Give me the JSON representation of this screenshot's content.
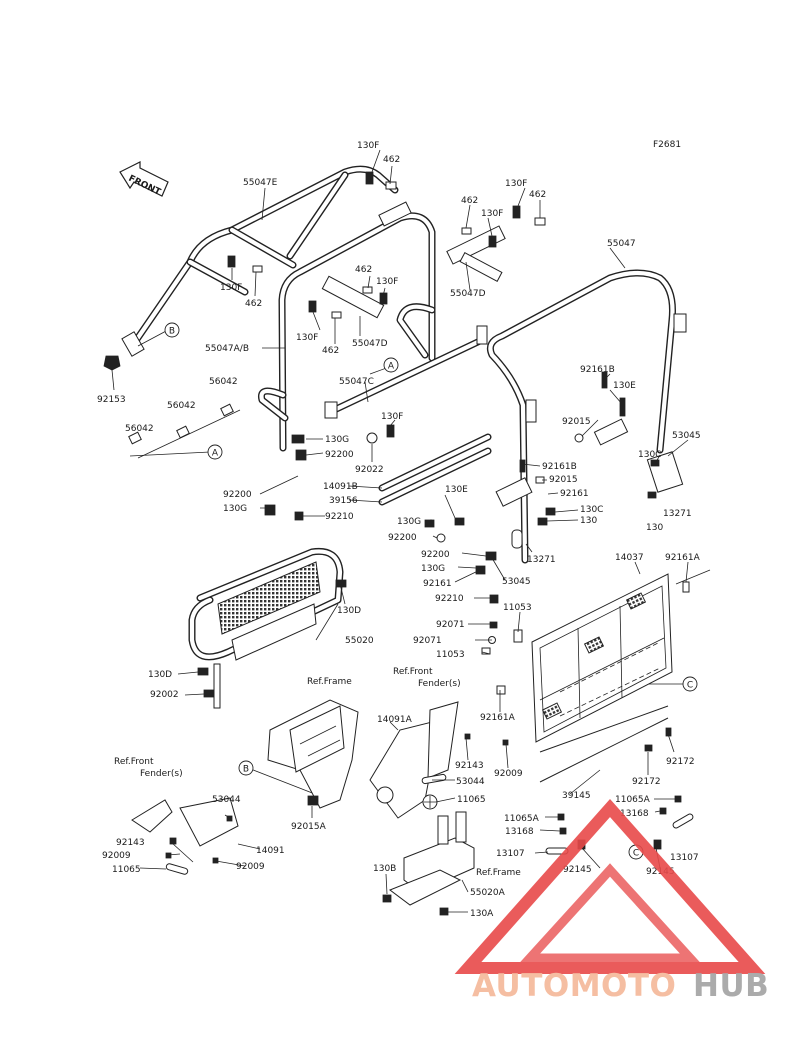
{
  "figure_code": "F2681",
  "front_arrow": "FRONT",
  "callouts": {
    "a": "A",
    "b": "B",
    "c": "C"
  },
  "parts": {
    "p130f_1": "130F",
    "p462_1": "462",
    "p55047e": "55047E",
    "p130f_2": "130F",
    "p462_2": "462",
    "p462_3": "462",
    "p130f_3": "130F",
    "p130f_4": "130F",
    "p462_4": "462",
    "p462_5": "462",
    "p130f_5": "130F",
    "p55047d_1": "55047D",
    "p130f_6": "130F",
    "p462_6": "462",
    "p55047d_2": "55047D",
    "p55047": "55047",
    "p55047ab": "55047A/B",
    "p92153": "92153",
    "p56042_1": "56042",
    "p56042_2": "56042",
    "p56042_3": "56042",
    "p55047c": "55047C",
    "p130f_7": "130F",
    "p130g_1": "130G",
    "p92200_1": "92200",
    "p92022": "92022",
    "p92161b_1": "92161B",
    "p130e_1": "130E",
    "p92015_1": "92015",
    "p53045_1": "53045",
    "p130c_1": "130C",
    "p92161b_2": "92161B",
    "p92015_2": "92015",
    "p92161_1": "92161",
    "p13271_1": "13271",
    "p130_1": "130",
    "p14091b": "14091B",
    "p39156": "39156",
    "p92200_2": "92200",
    "p130g_2": "130G",
    "p92210_1": "92210",
    "p130e_2": "130E",
    "p130g_3": "130G",
    "p92200_3": "92200",
    "p130c_2": "130C",
    "p130_2": "130",
    "p13271_2": "13271",
    "p92200_4": "92200",
    "p130g_4": "130G",
    "p92161_2": "92161",
    "p53045_2": "53045",
    "p92210_2": "92210",
    "p14037": "14037",
    "p92161a_1": "92161A",
    "p130d_1": "130D",
    "p55020": "55020",
    "p11053_1": "11053",
    "p92071_1": "92071",
    "p92071_2": "92071",
    "p11053_2": "11053",
    "p130d_2": "130D",
    "p92002": "92002",
    "p14091a": "14091A",
    "p92161a_2": "92161A",
    "p92143_1": "92143",
    "p92009_1": "92009",
    "p53044_1": "53044",
    "p11065_1": "11065",
    "p92172_1": "92172",
    "p92172_2": "92172",
    "p39145": "39145",
    "p11065a_1": "11065A",
    "p11065a_2": "11065A",
    "p13168_1": "13168",
    "p13168_2": "13168",
    "p13107_1": "13107",
    "p13107_2": "13107",
    "p92145_1": "92145",
    "p92145_2": "92145",
    "p53044_2": "53044",
    "p92143_2": "92143",
    "p92009_2": "92009",
    "p11065_2": "11065",
    "p14091": "14091",
    "p92009_3": "92009",
    "p92015a": "92015A",
    "p130b": "130B",
    "p55020a": "55020A",
    "p130a": "130A"
  },
  "refs": {
    "frame_1": "Ref.Frame",
    "front_fender_1": "Ref.Front",
    "front_fender_1b": "Fender(s)",
    "front_fender_2": "Ref.Front",
    "front_fender_2b": "Fender(s)",
    "frame_2": "Ref.Frame"
  },
  "watermark": {
    "text_a": "AUTOMOTO",
    "text_b": "HUB",
    "color_a": "#f5b899",
    "color_b": "#a3a3a3",
    "triangle_color": "#e84a4a"
  }
}
